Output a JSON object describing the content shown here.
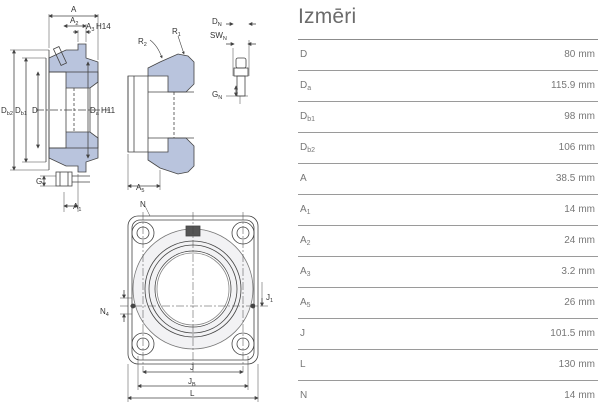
{
  "dimensions": {
    "title": "Izmēri",
    "rows": [
      {
        "symbol": "D",
        "sub": "",
        "value": "80",
        "unit": "mm"
      },
      {
        "symbol": "D",
        "sub": "a",
        "value": "115.9",
        "unit": "mm"
      },
      {
        "symbol": "D",
        "sub": "b1",
        "value": "98",
        "unit": "mm"
      },
      {
        "symbol": "D",
        "sub": "b2",
        "value": "106",
        "unit": "mm"
      },
      {
        "symbol": "A",
        "sub": "",
        "value": "38.5",
        "unit": "mm"
      },
      {
        "symbol": "A",
        "sub": "1",
        "value": "14",
        "unit": "mm"
      },
      {
        "symbol": "A",
        "sub": "2",
        "value": "24",
        "unit": "mm"
      },
      {
        "symbol": "A",
        "sub": "3",
        "value": "3.2",
        "unit": "mm"
      },
      {
        "symbol": "A",
        "sub": "5",
        "value": "26",
        "unit": "mm"
      },
      {
        "symbol": "J",
        "sub": "",
        "value": "101.5",
        "unit": "mm"
      },
      {
        "symbol": "L",
        "sub": "",
        "value": "130",
        "unit": "mm"
      },
      {
        "symbol": "N",
        "sub": "",
        "value": "14",
        "unit": "mm"
      }
    ]
  },
  "drawing": {
    "labels": {
      "A": "A",
      "A2": "A",
      "A2_sub": "2",
      "A3": "A",
      "A3_sub": "3",
      "H14": "H14",
      "Db2": "D",
      "Db2_sub": "b2",
      "Db1": "D",
      "Db1_sub": "b1",
      "D": "D",
      "Da": "D",
      "Da_sub": "a",
      "H11": "H11",
      "G": "G",
      "A1": "A",
      "A1_sub": "1",
      "R2": "R",
      "R2_sub": "2",
      "R1": "R",
      "R1_sub": "1",
      "A5": "A",
      "A5_sub": "5",
      "DN": "D",
      "DN_sub": "N",
      "SWN": "SW",
      "SWN_sub": "N",
      "GN": "G",
      "GN_sub": "N",
      "N": "N",
      "N4": "N",
      "N4_sub": "4",
      "J1": "J",
      "J1_sub": "1",
      "J": "J",
      "J2": "J",
      "J2_sub": "B",
      "L": "L"
    },
    "colors": {
      "section_fill": "#b9c4dd",
      "line": "#444444"
    }
  }
}
